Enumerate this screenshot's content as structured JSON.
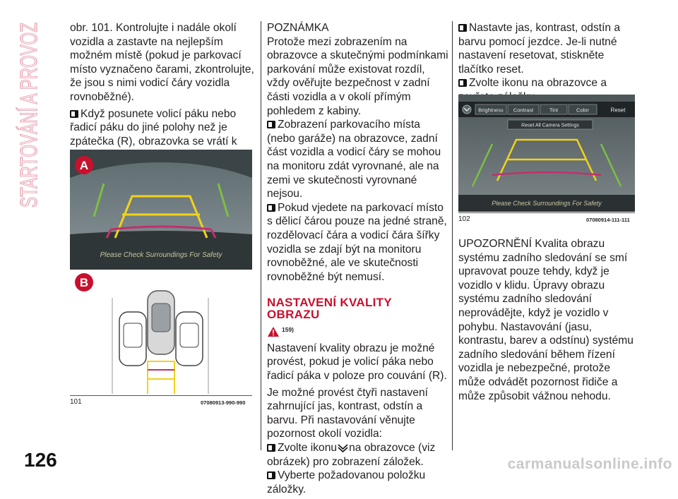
{
  "side_title": "STARTOVÁNÍ A PROVOZ",
  "page_number": "126",
  "watermark": "carmanualsonline.info",
  "col1": {
    "para1": "obr. 101. Kontrolujte i nadále okolí vozidla a zastavte na nejlepším možném místě (pokud je parkovací místo vyznačeno čarami, zkontrolujte, že jsou s nimi vodicí čáry vozidla rovnoběžné).",
    "bullet1": "Když posunete volicí páku nebo řadicí páku do jiné polohy než je zpátečka (R), obrazovka se vrátí k předchozímu zobrazení.",
    "figure": {
      "label_a": "A",
      "label_b": "B",
      "overlay_text": "Please Check Surroundings For Safety",
      "caption_number": "101",
      "caption_code": "07080913-990-990"
    }
  },
  "col2": {
    "note_title": "POZNÁMKA",
    "note_text": "Protože mezi zobrazením na obrazovce a skutečnými podmínkami parkování může existovat rozdíl, vždy ověřujte bezpečnost v zadní části vozidla a v okolí přímým pohledem z kabiny.",
    "bullet1": "Zobrazení parkovacího místa (nebo garáže) na obrazovce, zadní část vozidla a vodicí čáry se mohou na monitoru zdát vyrovnané, ale na zemi ve skutečnosti vyrovnané nejsou.",
    "bullet2": "Pokud vjedete na parkovací místo s dělicí čárou pouze na jedné straně, rozdělovací čára a vodicí čára šířky vozidla se zdají být na monitoru rovnoběžné, ale ve skutečnosti rovnoběžné být nemusí.",
    "heading_line1": "NASTAVENÍ KVALITY",
    "heading_line2": "OBRAZU",
    "warning_ref": "159)",
    "para1": "Nastavení kvality obrazu je možné provést, pokud je volicí páka nebo řadicí páka v poloze pro couvání (R).",
    "para2": "Je možné provést čtyři nastavení zahrnující jas, kontrast, odstín a barvu. Při nastavování věnujte pozornost okolí vozidla:",
    "bullet3_before": "Zvolte ikonu",
    "bullet3_after": "na obrazovce (viz obrázek) pro zobrazení záložek.",
    "bullet4": "Vyberte požadovanou položku záložky."
  },
  "col3": {
    "bullet1": "Nastavte jas, kontrast, odstín a barvu pomocí jezdce. Je-li nutné nastavení resetovat, stiskněte tlačítko reset.",
    "bullet2": "Zvolte ikonu na obrazovce a zavřete záložku.",
    "figure": {
      "tabs": [
        "Brightness",
        "Contrast",
        "Tint",
        "Color"
      ],
      "reset": "Reset",
      "reset_all": "Reset All Camera Settings",
      "overlay_text": "Please Check Surroundings For Safety",
      "caption_number": "102",
      "caption_code": "07080914-111-111"
    },
    "warning_text": "UPOZORNĚNÍ Kvalita obrazu systému zadního sledování se smí upravovat pouze tehdy, když je vozidlo v klidu. Úpravy obrazu systému zadního sledování neprovádějte, když je vozidlo v pohybu. Nastavování (jasu, kontrastu, barev a odstínu) systému zadního sledování během řízení vozidla je nebezpečné, protože může odvádět pozornost řidiče a může způsobit vážnou nehodu."
  },
  "colors": {
    "accent_red": "#c8102e",
    "side_title_pink": "#e7a3b3",
    "guide_yellow": "#f2d21a",
    "guide_magenta": "#c0306e"
  }
}
